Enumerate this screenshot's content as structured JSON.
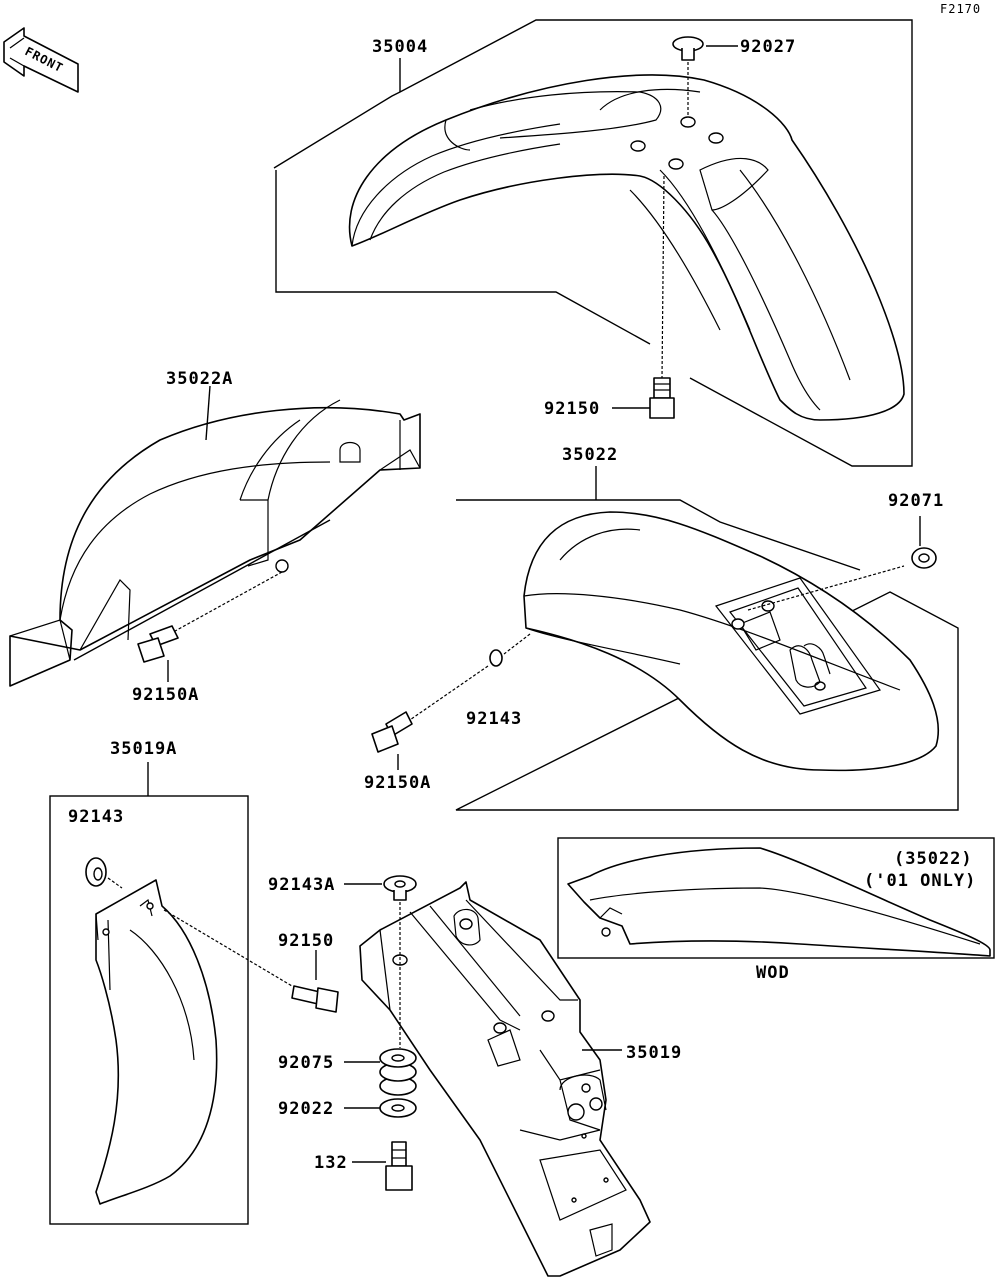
{
  "figure_id": "F2170",
  "front_arrow": {
    "text": "FRONT"
  },
  "labels": {
    "p35004": "35004",
    "p92027": "92027",
    "p92150_top": "92150",
    "p35022A": "35022A",
    "p92150A_left": "92150A",
    "p35022": "35022",
    "p92071": "92071",
    "p92143_mid": "92143",
    "p92150A_mid": "92150A",
    "p35019A": "35019A",
    "p92143_left": "92143",
    "p92143A": "92143A",
    "p92150_bottom": "92150",
    "p92075": "92075",
    "p92022": "92022",
    "p132": "132",
    "p35019": "35019",
    "inset_ref": "(35022)",
    "inset_note": "('01 ONLY)",
    "inset_caption": "WOD"
  }
}
